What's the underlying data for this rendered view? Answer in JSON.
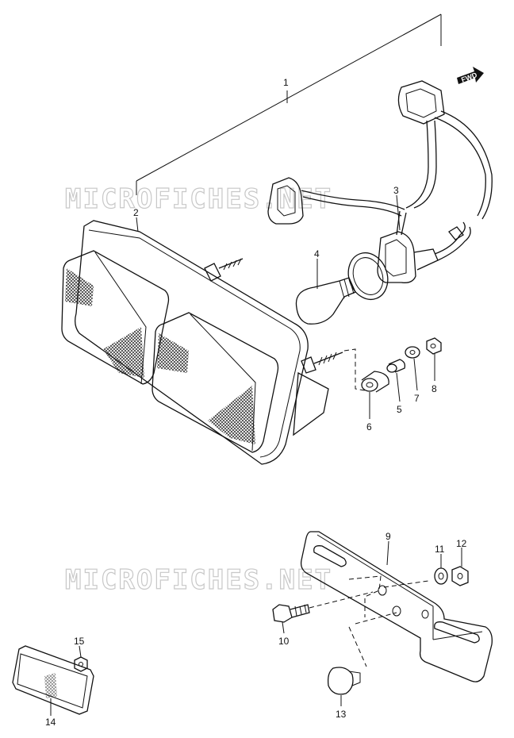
{
  "watermark": "MICROFICHES.NET",
  "fwd_label": "FWD",
  "callouts": {
    "c1": "1",
    "c2": "2",
    "c3": "3",
    "c4": "4",
    "c5": "5",
    "c6": "6",
    "c7": "7",
    "c8": "8",
    "c9": "9",
    "c10": "10",
    "c11": "11",
    "c12": "12",
    "c13": "13",
    "c14": "14",
    "c15": "15"
  }
}
